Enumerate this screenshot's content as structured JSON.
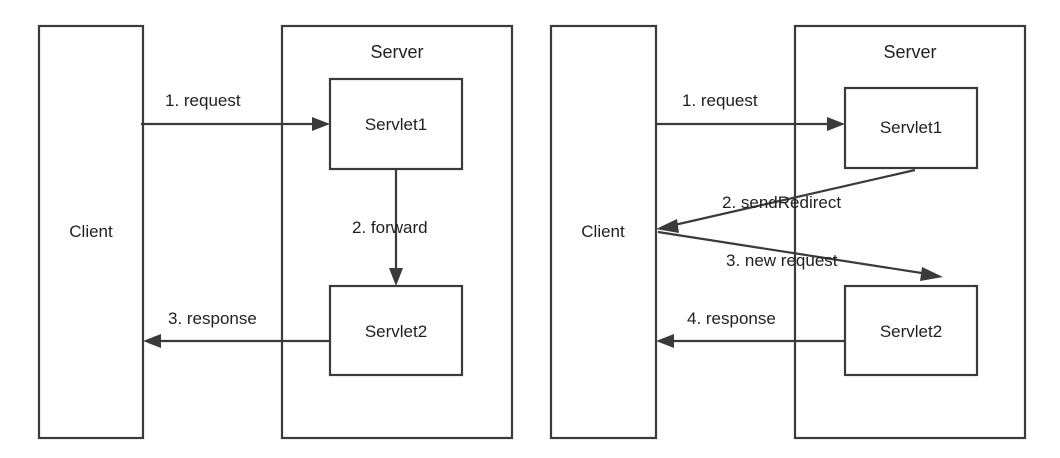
{
  "diagram": {
    "title": "Servlet forward vs sendRedirect comparison",
    "colors": {
      "stroke": "#3a3a3a",
      "text": "#202124",
      "background": "#ffffff"
    },
    "panels": [
      {
        "id": "forward",
        "client": {
          "label": "Client"
        },
        "server": {
          "label": "Server"
        },
        "servlets": [
          {
            "id": "servlet1",
            "label": "Servlet1"
          },
          {
            "id": "servlet2",
            "label": "Servlet2"
          }
        ],
        "arrows": [
          {
            "id": "a1",
            "label": "1. request",
            "from": "Client",
            "to": "Servlet1"
          },
          {
            "id": "a2",
            "label": "2. forward",
            "from": "Servlet1",
            "to": "Servlet2"
          },
          {
            "id": "a3",
            "label": "3. response",
            "from": "Servlet2",
            "to": "Client"
          }
        ]
      },
      {
        "id": "sendRedirect",
        "client": {
          "label": "Client"
        },
        "server": {
          "label": "Server"
        },
        "servlets": [
          {
            "id": "servlet1",
            "label": "Servlet1"
          },
          {
            "id": "servlet2",
            "label": "Servlet2"
          }
        ],
        "arrows": [
          {
            "id": "b1",
            "label": "1. request",
            "from": "Client",
            "to": "Servlet1"
          },
          {
            "id": "b2",
            "label": "2. sendRedirect",
            "from": "Servlet1",
            "to": "Client"
          },
          {
            "id": "b3",
            "label": "3. new request",
            "from": "Client",
            "to": "Servlet2"
          },
          {
            "id": "b4",
            "label": "4. response",
            "from": "Servlet2",
            "to": "Client"
          }
        ]
      }
    ]
  }
}
